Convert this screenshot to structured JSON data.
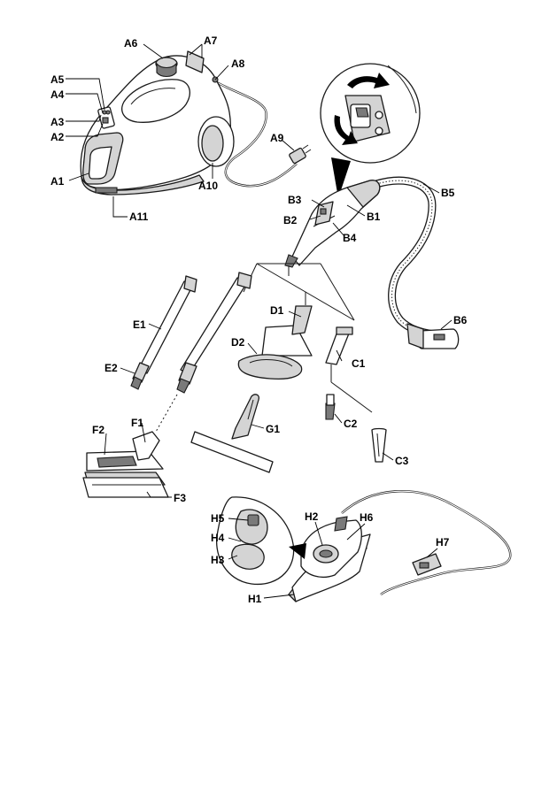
{
  "labels": {
    "A1": "A1",
    "A2": "A2",
    "A3": "A3",
    "A4": "A4",
    "A5": "A5",
    "A6": "A6",
    "A7": "A7",
    "A8": "A8",
    "A9": "A9",
    "A10": "A10",
    "A11": "A11",
    "B1": "B1",
    "B2": "B2",
    "B3": "B3",
    "B4": "B4",
    "B5": "B5",
    "B6": "B6",
    "C1": "C1",
    "C2": "C2",
    "C3": "C3",
    "D1": "D1",
    "D2": "D2",
    "E1": "E1",
    "E2": "E2",
    "F1": "F1",
    "F2": "F2",
    "F3": "F3",
    "G1": "G1",
    "H1": "H1",
    "H2": "H2",
    "H3": "H3",
    "H4": "H4",
    "H5": "H5",
    "H6": "H6",
    "H7": "H7"
  },
  "colors": {
    "line": "#1a1a1a",
    "fill_light": "#d4d4d4",
    "fill_dark": "#7a7a7a",
    "background": "#ffffff"
  }
}
